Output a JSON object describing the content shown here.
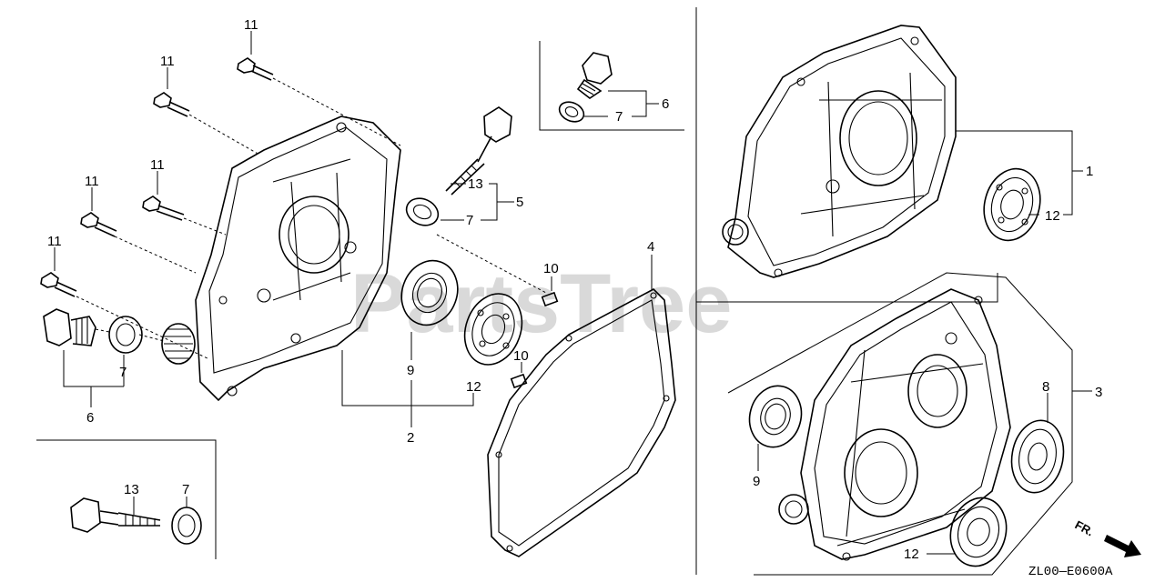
{
  "watermark": "PartsTree",
  "diagram_code": "ZL00—E0600A",
  "direction_label": "FR.",
  "callouts": {
    "c1": "1",
    "c2": "2",
    "c3": "3",
    "c4": "4",
    "c5": "5",
    "c6a": "6",
    "c6b": "6",
    "c7a": "7",
    "c7b": "7",
    "c7c": "7",
    "c7d": "7",
    "c8": "8",
    "c9a": "9",
    "c9b": "9",
    "c10a": "10",
    "c10b": "10",
    "c11a": "11",
    "c11b": "11",
    "c11c": "11",
    "c11d": "11",
    "c11e": "11",
    "c12a": "12",
    "c12b": "12",
    "c12c": "12",
    "c13a": "13",
    "c13b": "13"
  }
}
